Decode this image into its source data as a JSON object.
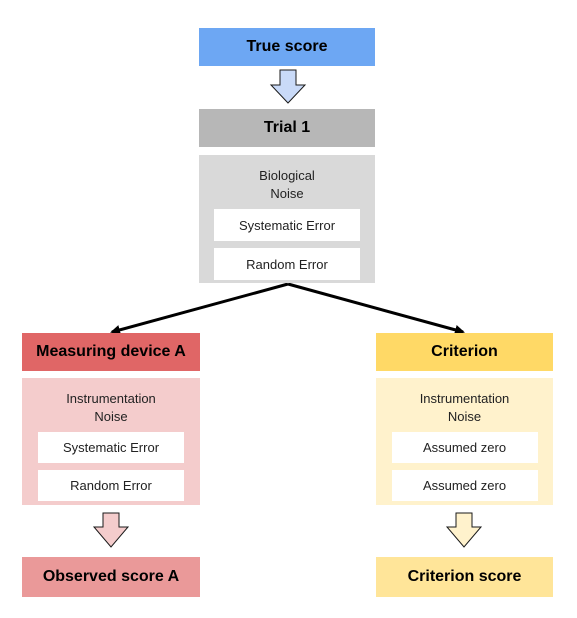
{
  "top": {
    "true_score": "True score",
    "trial": "Trial 1",
    "bio_panel": {
      "title_line1": "Biological",
      "title_line2": "Noise",
      "items": [
        "Systematic Error",
        "Random Error"
      ]
    }
  },
  "left": {
    "device": "Measuring device A",
    "panel": {
      "title_line1": "Instrumentation",
      "title_line2": "Noise",
      "items": [
        "Systematic Error",
        "Random Error"
      ]
    },
    "result": "Observed score A"
  },
  "right": {
    "device": "Criterion",
    "panel": {
      "title_line1": "Instrumentation",
      "title_line2": "Noise",
      "items": [
        "Assumed zero",
        "Assumed zero"
      ]
    },
    "result": "Criterion score"
  },
  "colors": {
    "true_score_bg": "#6da7f3",
    "trial_bg": "#b7b7b7",
    "bio_panel_bg": "#d9d9d9",
    "device_a_bg": "#e06666",
    "device_a_panel_bg": "#f4cccc",
    "observed_bg": "#ea9999",
    "criterion_bg": "#ffd966",
    "criterion_panel_bg": "#fff2cc",
    "criterion_score_bg": "#ffe599",
    "arrow_blue": "#c9daf8",
    "arrow_red": "#f4cccc",
    "arrow_yellow": "#fff2cc"
  }
}
